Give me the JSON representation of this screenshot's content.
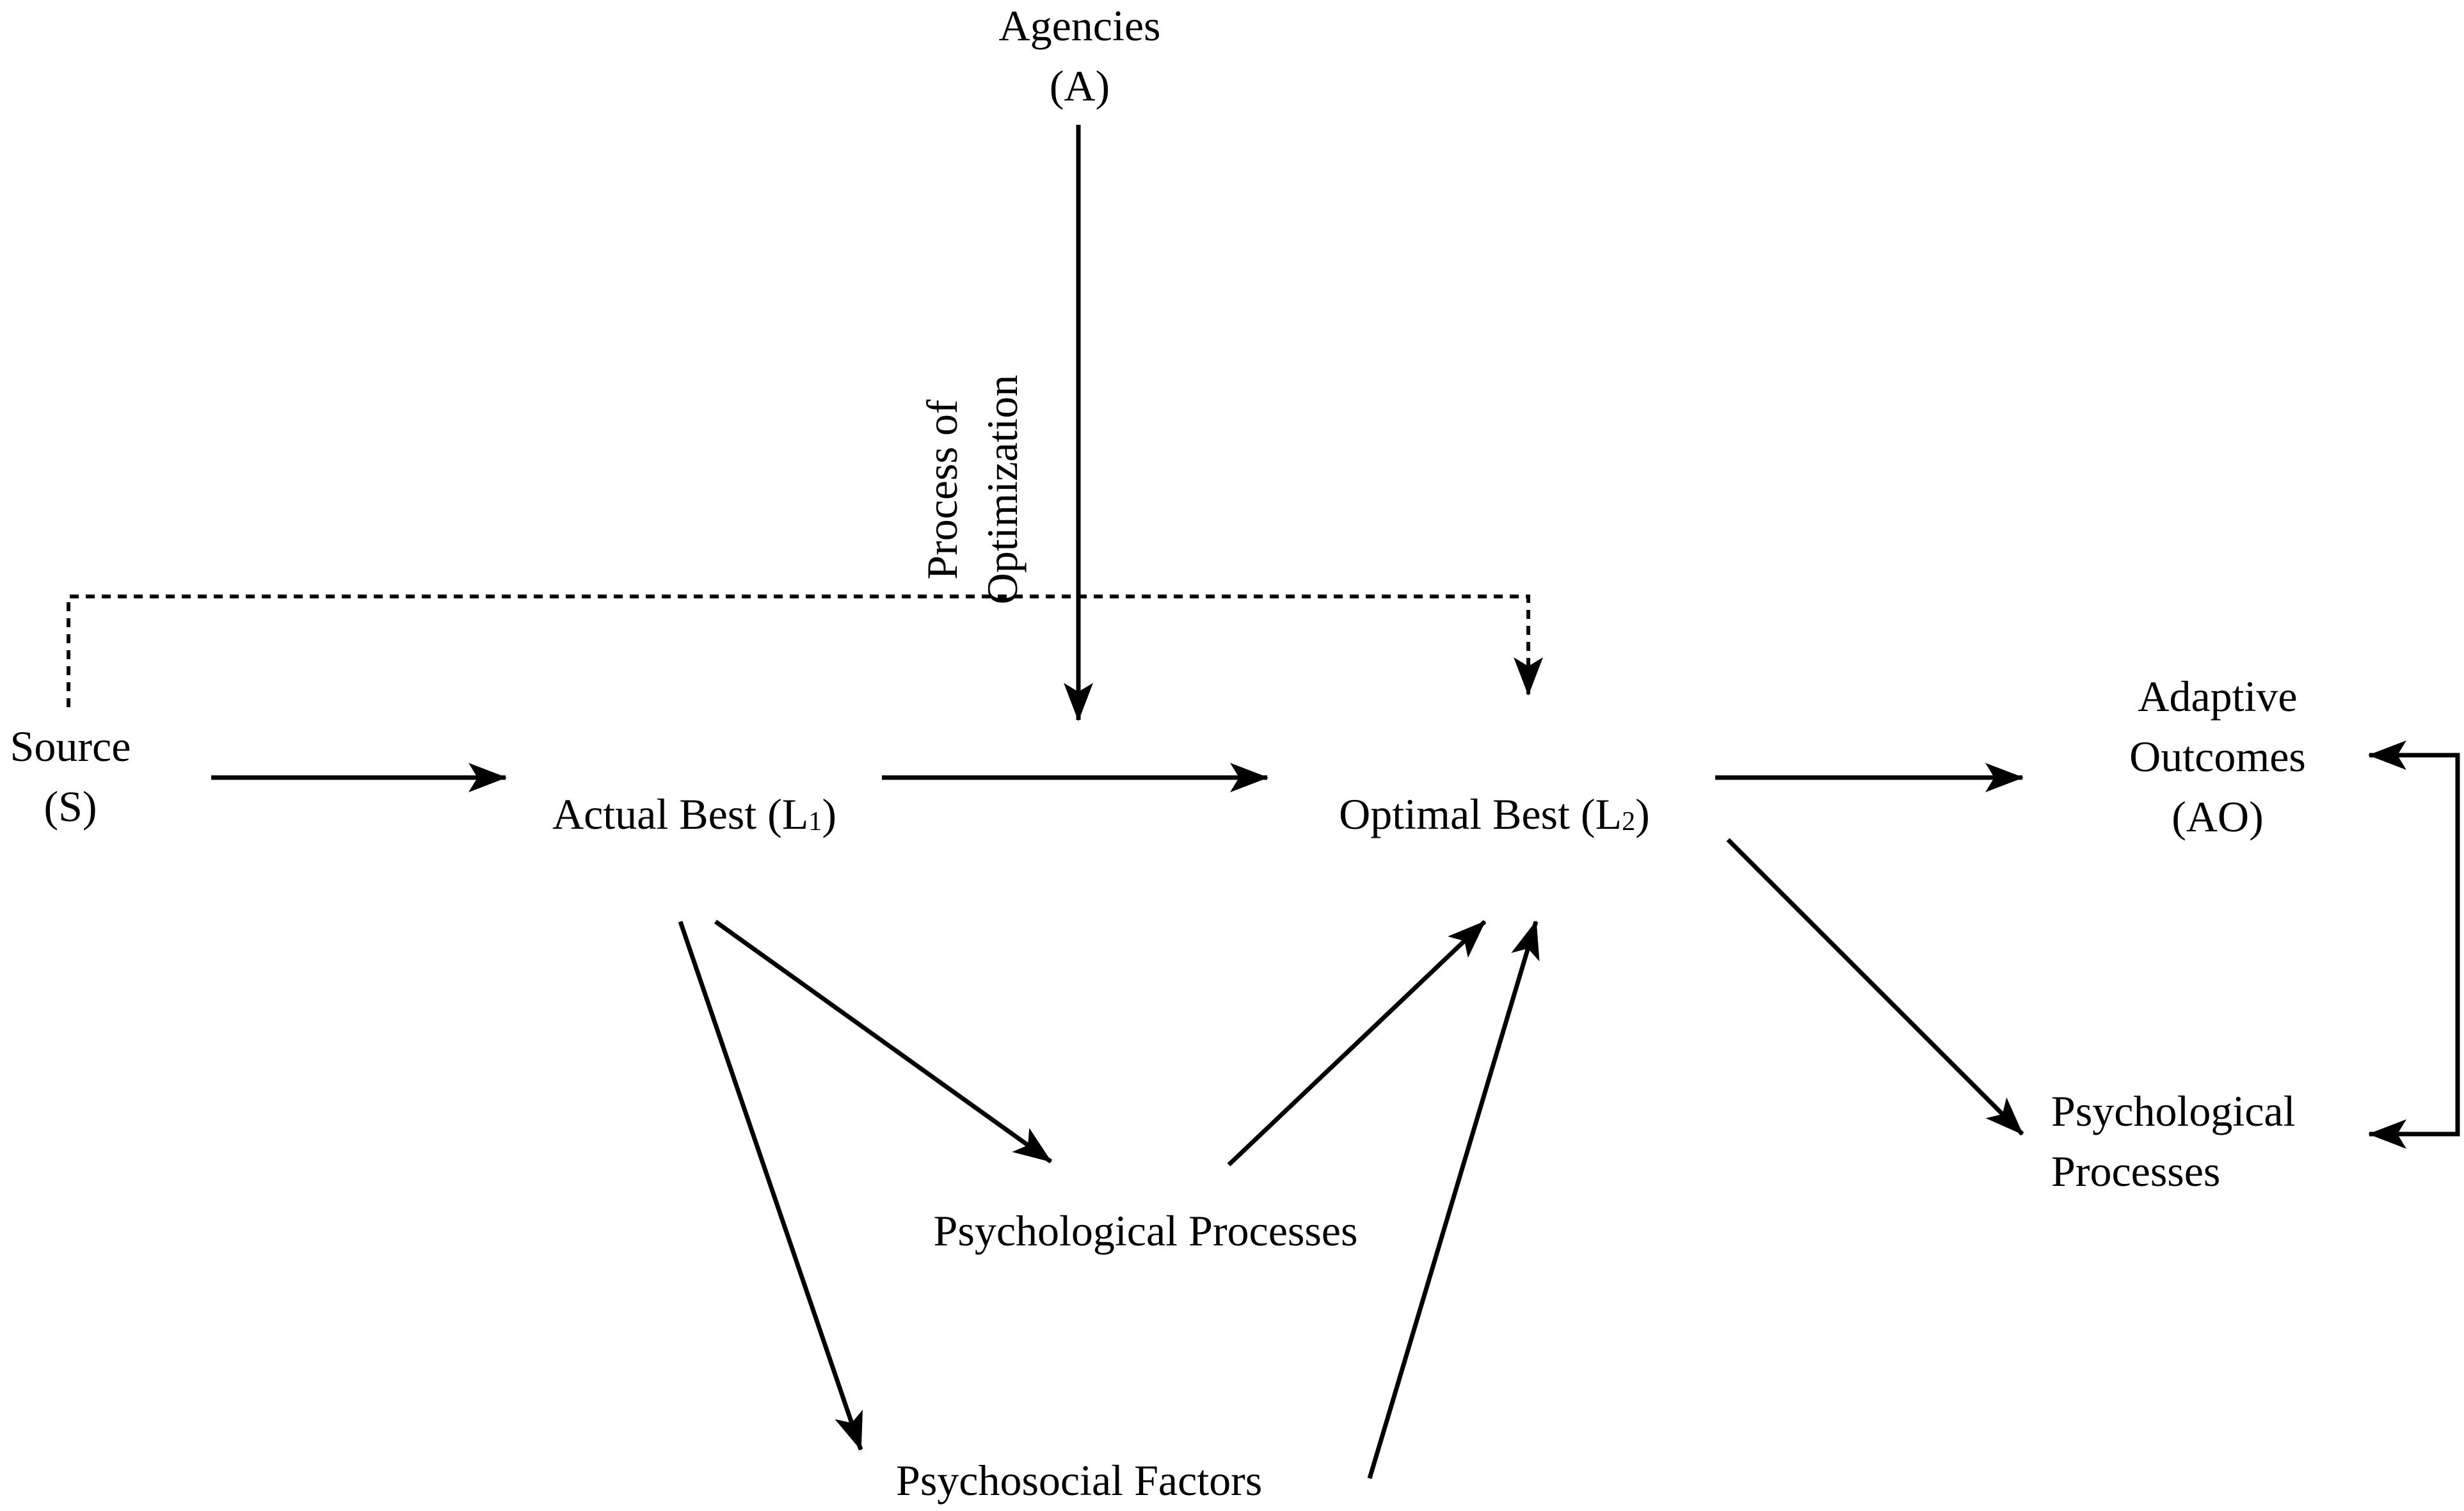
{
  "nodes": {
    "agencies": {
      "line1": "Agencies",
      "line2": "(A)"
    },
    "source": {
      "line1": "Source",
      "line2": "(S)"
    },
    "actual_best": {
      "text": "Actual Best (L",
      "sub": "1",
      "close": ")"
    },
    "optimal_best": {
      "text": "Optimal Best (L",
      "sub": "2",
      "close": ")"
    },
    "adaptive_outcomes": {
      "line1": "Adaptive",
      "line2": "Outcomes",
      "line3": "(AO)"
    },
    "psych_processes_center": {
      "text": "Psychological Processes"
    },
    "psychosocial_factors": {
      "text": "Psychosocial Factors"
    },
    "psych_processes_right": {
      "line1": "Psychological",
      "line2": "Processes"
    }
  },
  "process_label": {
    "line1": "Process of",
    "line2": "Optimization"
  },
  "colors": {
    "ink": "#000000",
    "background": "#ffffff"
  }
}
